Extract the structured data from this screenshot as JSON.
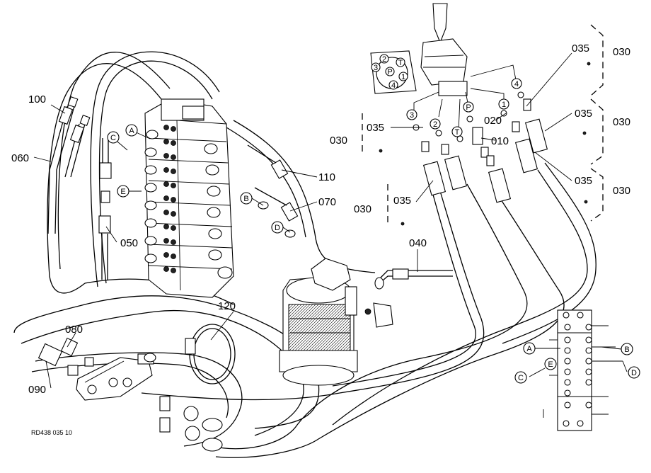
{
  "part_labels": [
    "100",
    "060",
    "110",
    "070",
    "050",
    "120",
    "080",
    "090",
    "040",
    "035",
    "030",
    "020",
    "010"
  ],
  "circled_letters": [
    "A",
    "B",
    "C",
    "D",
    "E"
  ],
  "circled_ports": [
    "1",
    "2",
    "3",
    "4",
    "P",
    "T"
  ],
  "caption": "RD438 035 10"
}
